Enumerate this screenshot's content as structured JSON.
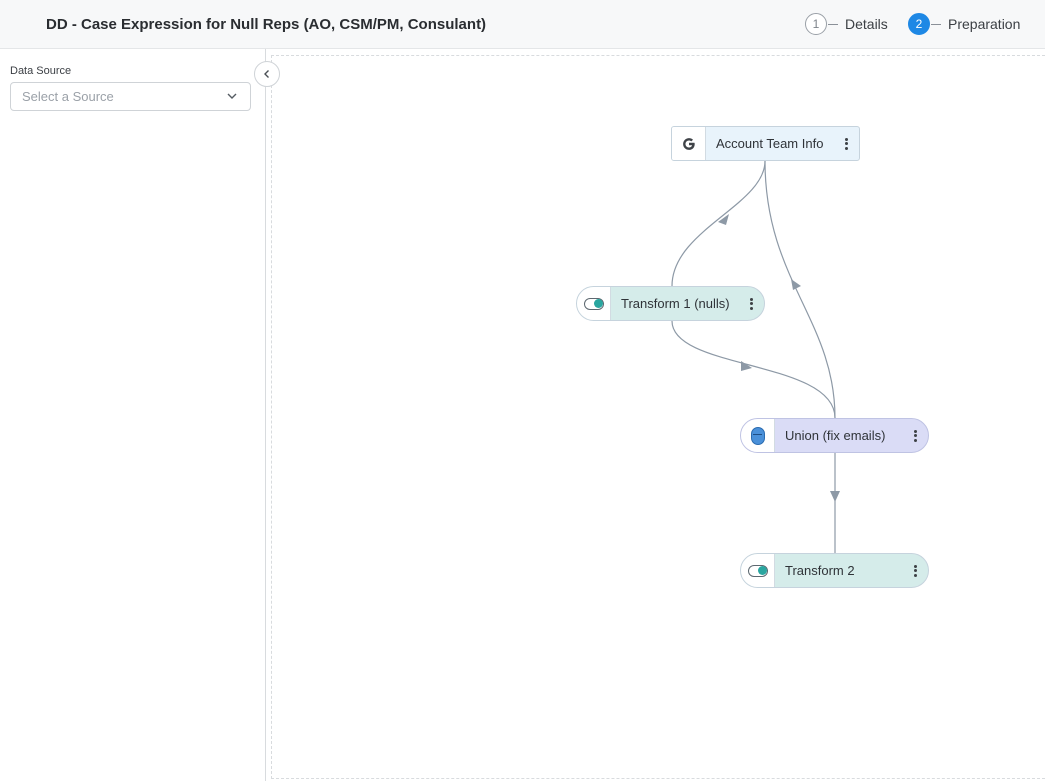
{
  "header": {
    "title": "DD - Case Expression for Null Reps (AO, CSM/PM, Consulant)",
    "steps": [
      {
        "number": "1",
        "label": "Details",
        "state": "completed"
      },
      {
        "number": "2",
        "label": "Preparation",
        "state": "active"
      }
    ]
  },
  "sidebar": {
    "data_source_label": "Data Source",
    "data_source_placeholder": "Select a Source"
  },
  "canvas": {
    "nodes": [
      {
        "label": "Account Team Info",
        "icon": "google-icon",
        "type": "source"
      },
      {
        "label": "Transform 1 (nulls)",
        "icon": "toggle-icon",
        "type": "transform"
      },
      {
        "label": "Union (fix emails)",
        "icon": "union-icon",
        "type": "union"
      },
      {
        "label": "Transform 2",
        "icon": "toggle-icon",
        "type": "transform"
      }
    ]
  },
  "colors": {
    "accent": "#1e88e5",
    "source_node_bg": "#e8f3fb",
    "transform_node_bg": "#d5ecea",
    "union_node_bg": "#dadcf6",
    "edge": "#8d99a6"
  }
}
